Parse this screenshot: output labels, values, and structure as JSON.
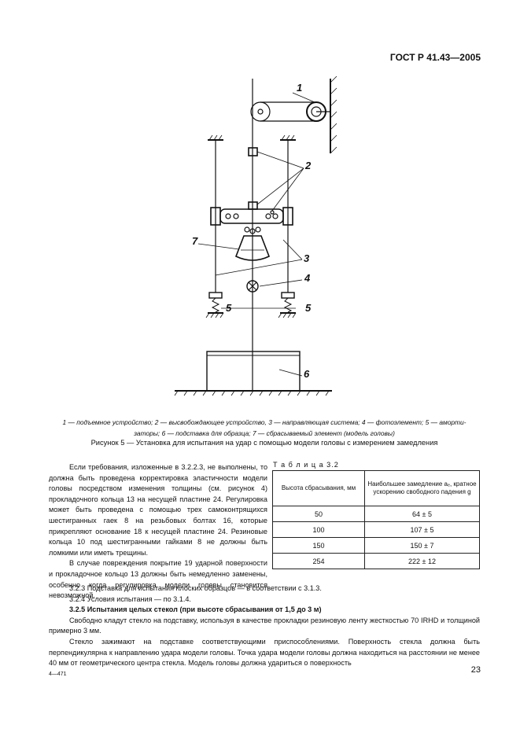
{
  "header": {
    "doc_id": "ГОСТ Р 41.43—2005"
  },
  "figure": {
    "labels": [
      "1",
      "2",
      "3",
      "4",
      "5",
      "5",
      "6",
      "7"
    ],
    "legend_line1": "1 — подъемное устройство; 2 — высвобождающее устройство, 3 — направляющая система; 4 — фотоэлемент; 5 — аморти-",
    "legend_line2": "заторы; 6 — подставка для образца; 7 — сбрасываемый элемент (модель головы)",
    "caption": "Рисунок 5 — Установка для испытания на удар с помощью модели головы с измерением замедления"
  },
  "left_text": {
    "p1": "Если требования, изложенные в 3.2.2.3, не выполнены, то должна быть проведена корректировка эластичности модели головы посредством изменения толщины (см. рисунок 4) прокладочного кольца 13 на несущей пластине 24. Регулировка может быть проведена с помощью трех самоконтрящихся шестигранных гаек 8 на резьбовых болтах 16, которые прикрепляют основание 18 к несущей пластине 24. Резиновые кольца 10 под шестигранными гайками 8 не должны быть ломкими или иметь трещины.",
    "p2": "В случае повреждения покрытие 19 ударной поверхности и прокладочное кольцо 13 должны быть немедленно заменены, особенно когда регулировка модели головы становится невозможной."
  },
  "table": {
    "title": "Т а б л и ц а 3.2",
    "col1_header": "Высота сбрасывания, мм",
    "col2_header": "Наибольшее замедление aₑ, кратное ускорению свободного падения g",
    "rows": [
      {
        "height": "50",
        "decel": "64 ± 5"
      },
      {
        "height": "100",
        "decel": "107 ± 5"
      },
      {
        "height": "150",
        "decel": "150 ± 7"
      },
      {
        "height": "254",
        "decel": "222 ± 12"
      }
    ]
  },
  "body": {
    "s323": "3.2.3 Подставка для испытания плоских образцов — в соответствии с 3.1.3.",
    "s324": "3.2.4 Условия испытания — по 3.1.4.",
    "s325_head": "3.2.5 Испытания целых стекол (при высоте сбрасывания от 1,5 до 3 м)",
    "p_a": "Свободно кладут стекло на подставку, используя в качестве прокладки резиновую ленту жесткостью 70 IRHD и толщиной примерно 3 мм.",
    "p_b": "Стекло зажимают на подставке соответствующими приспособлениями. Поверхность стекла должна быть перпендикулярна к направлению удара модели головы. Точка удара модели головы должна находиться на расстоянии не менее 40 мм от геометрического центра стекла. Модель головы должна удариться о поверхность"
  },
  "footer": {
    "left": "4—471",
    "page": "23"
  }
}
